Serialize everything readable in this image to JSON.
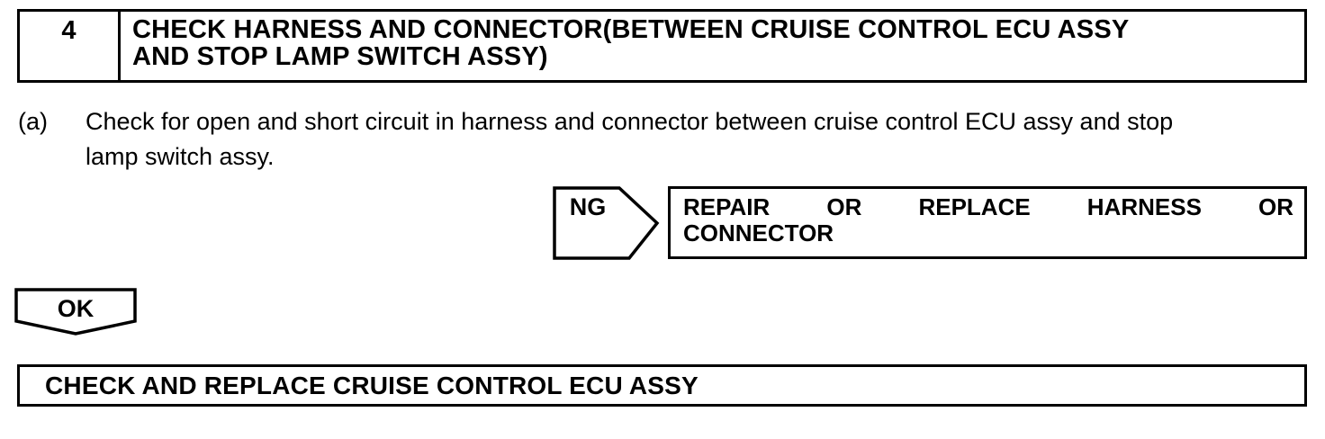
{
  "page": {
    "background_color": "#ffffff",
    "text_color": "#000000"
  },
  "step_box": {
    "number": "4",
    "title_lines": [
      "CHECK HARNESS AND CONNECTOR(BETWEEN CRUISE CONTROL ECU ASSY",
      "AND STOP LAMP SWITCH ASSY)"
    ]
  },
  "procedure": {
    "label": "(a)",
    "lines": [
      "Check for open and short circuit in harness and connector between cruise control ECU assy and stop",
      "lamp switch assy."
    ]
  },
  "ng_branch": {
    "connector_label": "NG",
    "action_lines": [
      "REPAIR OR REPLACE HARNESS OR",
      "CONNECTOR"
    ]
  },
  "ok_branch": {
    "connector_label": "OK"
  },
  "result_box": {
    "label": "CHECK AND REPLACE CRUISE CONTROL ECU ASSY"
  }
}
